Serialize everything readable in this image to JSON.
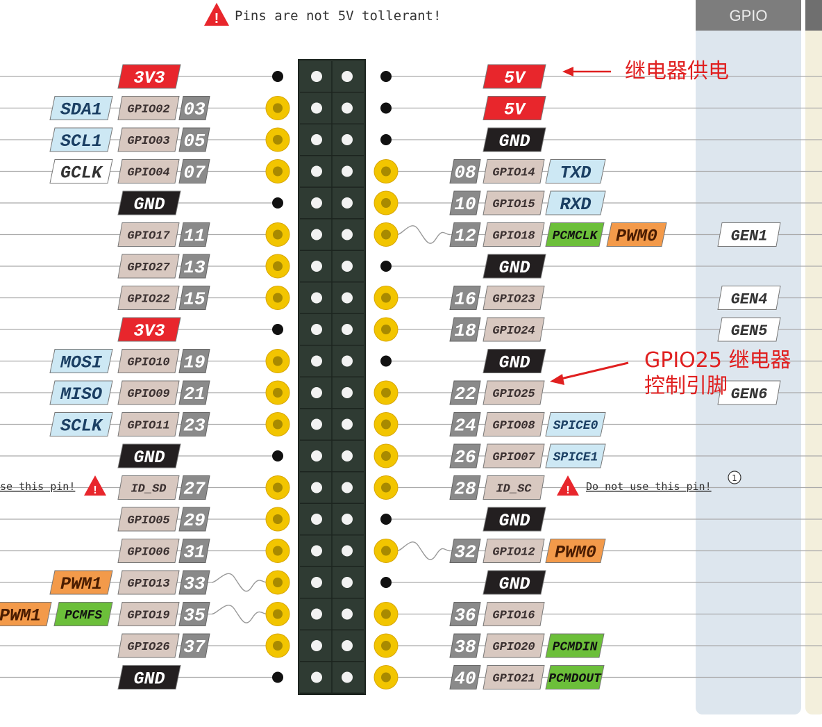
{
  "warning_top": "Pins are not 5V tollerant!",
  "right_tab": "GPIO",
  "warning_left": "se this pin!",
  "warning_right": "Do not use this pin!",
  "warning_right_mark": "1",
  "annotation_power": "继电器供电",
  "annotation_control_line1": "GPIO25 继电器",
  "annotation_control_line2": "控制引脚",
  "colors": {
    "power": "#e8262c",
    "gnd": "#231f20",
    "gpio_tag": "#d8c8c0",
    "num_tag": "#8a8a8a",
    "i2c_spi_uart": "#cde8f4",
    "pcm": "#6cbf3a",
    "pwm": "#f39a4a",
    "gclk": "#ffffff",
    "header": "#3f4640",
    "pin_gold": "#f2c500",
    "gpio_panel": "#dde6ee",
    "arrow": "#e02020"
  },
  "left_rows": [
    {
      "num": "",
      "gpio": "",
      "tags": [
        {
          "t": "3V3",
          "k": "power"
        }
      ],
      "pin": "power"
    },
    {
      "num": "03",
      "gpio": "GPIO02",
      "tags": [
        {
          "t": "SDA1",
          "k": "blue"
        }
      ],
      "pin": "gold"
    },
    {
      "num": "05",
      "gpio": "GPIO03",
      "tags": [
        {
          "t": "SCL1",
          "k": "blue"
        }
      ],
      "pin": "gold"
    },
    {
      "num": "07",
      "gpio": "GPIO04",
      "tags": [
        {
          "t": "GCLK",
          "k": "white"
        }
      ],
      "pin": "gold"
    },
    {
      "num": "",
      "gpio": "",
      "tags": [
        {
          "t": "GND",
          "k": "gnd"
        }
      ],
      "pin": "power"
    },
    {
      "num": "11",
      "gpio": "GPIO17",
      "tags": [],
      "pin": "gold"
    },
    {
      "num": "13",
      "gpio": "GPIO27",
      "tags": [],
      "pin": "gold"
    },
    {
      "num": "15",
      "gpio": "GPIO22",
      "tags": [],
      "pin": "gold"
    },
    {
      "num": "",
      "gpio": "",
      "tags": [
        {
          "t": "3V3",
          "k": "power"
        }
      ],
      "pin": "power"
    },
    {
      "num": "19",
      "gpio": "GPIO10",
      "tags": [
        {
          "t": "MOSI",
          "k": "blue"
        }
      ],
      "pin": "gold"
    },
    {
      "num": "21",
      "gpio": "GPIO09",
      "tags": [
        {
          "t": "MISO",
          "k": "blue"
        }
      ],
      "pin": "gold"
    },
    {
      "num": "23",
      "gpio": "GPIO11",
      "tags": [
        {
          "t": "SCLK",
          "k": "blue"
        }
      ],
      "pin": "gold"
    },
    {
      "num": "",
      "gpio": "",
      "tags": [
        {
          "t": "GND",
          "k": "gnd"
        }
      ],
      "pin": "power"
    },
    {
      "num": "27",
      "gpio": "ID_SD",
      "tags": [],
      "pin": "gold",
      "warn": true
    },
    {
      "num": "29",
      "gpio": "GPIO05",
      "tags": [],
      "pin": "gold"
    },
    {
      "num": "31",
      "gpio": "GPIO06",
      "tags": [],
      "pin": "gold"
    },
    {
      "num": "33",
      "gpio": "GPIO13",
      "tags": [
        {
          "t": "PWM1",
          "k": "pwm"
        }
      ],
      "pin": "gold",
      "wave": true
    },
    {
      "num": "35",
      "gpio": "GPIO19",
      "tags": [
        {
          "t": "PCMFS",
          "k": "pcm"
        },
        {
          "t": "PWM1",
          "k": "pwm"
        }
      ],
      "pin": "gold",
      "wave": true
    },
    {
      "num": "37",
      "gpio": "GPIO26",
      "tags": [],
      "pin": "gold"
    },
    {
      "num": "",
      "gpio": "",
      "tags": [
        {
          "t": "GND",
          "k": "gnd"
        }
      ],
      "pin": "power"
    }
  ],
  "right_rows": [
    {
      "num": "",
      "gpio": "",
      "tags": [
        {
          "t": "5V",
          "k": "power"
        }
      ],
      "pin": "power"
    },
    {
      "num": "",
      "gpio": "",
      "tags": [
        {
          "t": "5V",
          "k": "power"
        }
      ],
      "pin": "power"
    },
    {
      "num": "",
      "gpio": "",
      "tags": [
        {
          "t": "GND",
          "k": "gnd"
        }
      ],
      "pin": "power"
    },
    {
      "num": "08",
      "gpio": "GPIO14",
      "tags": [
        {
          "t": "TXD",
          "k": "blue"
        }
      ],
      "pin": "gold"
    },
    {
      "num": "10",
      "gpio": "GPIO15",
      "tags": [
        {
          "t": "RXD",
          "k": "blue"
        }
      ],
      "pin": "gold"
    },
    {
      "num": "12",
      "gpio": "GPIO18",
      "tags": [
        {
          "t": "PCMCLK",
          "k": "pcm"
        },
        {
          "t": "PWM0",
          "k": "pwm"
        }
      ],
      "pin": "gold",
      "wave": true,
      "gen": "GEN1"
    },
    {
      "num": "",
      "gpio": "",
      "tags": [
        {
          "t": "GND",
          "k": "gnd"
        }
      ],
      "pin": "power"
    },
    {
      "num": "16",
      "gpio": "GPIO23",
      "tags": [],
      "pin": "gold",
      "gen": "GEN4"
    },
    {
      "num": "18",
      "gpio": "GPIO24",
      "tags": [],
      "pin": "gold",
      "gen": "GEN5"
    },
    {
      "num": "",
      "gpio": "",
      "tags": [
        {
          "t": "GND",
          "k": "gnd"
        }
      ],
      "pin": "power"
    },
    {
      "num": "22",
      "gpio": "GPIO25",
      "tags": [],
      "pin": "gold",
      "gen": "GEN6"
    },
    {
      "num": "24",
      "gpio": "GPIO08",
      "tags": [
        {
          "t": "SPICE0",
          "k": "blue"
        }
      ],
      "pin": "gold"
    },
    {
      "num": "26",
      "gpio": "GPIO07",
      "tags": [
        {
          "t": "SPICE1",
          "k": "blue"
        }
      ],
      "pin": "gold"
    },
    {
      "num": "28",
      "gpio": "ID_SC",
      "tags": [],
      "pin": "gold",
      "warn": true
    },
    {
      "num": "",
      "gpio": "",
      "tags": [
        {
          "t": "GND",
          "k": "gnd"
        }
      ],
      "pin": "power"
    },
    {
      "num": "32",
      "gpio": "GPIO12",
      "tags": [
        {
          "t": "PWM0",
          "k": "pwm"
        }
      ],
      "pin": "gold",
      "wave": true
    },
    {
      "num": "",
      "gpio": "",
      "tags": [
        {
          "t": "GND",
          "k": "gnd"
        }
      ],
      "pin": "power"
    },
    {
      "num": "36",
      "gpio": "GPIO16",
      "tags": [],
      "pin": "gold"
    },
    {
      "num": "38",
      "gpio": "GPIO20",
      "tags": [
        {
          "t": "PCMDIN",
          "k": "pcm"
        }
      ],
      "pin": "gold"
    },
    {
      "num": "40",
      "gpio": "GPIO21",
      "tags": [
        {
          "t": "PCMDOUT",
          "k": "pcm"
        }
      ],
      "pin": "gold"
    }
  ]
}
